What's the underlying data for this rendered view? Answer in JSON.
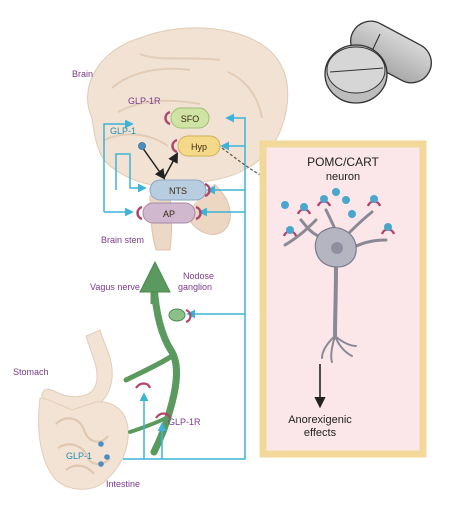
{
  "diagram": {
    "labels": {
      "brain": "Brain",
      "glp1r_top": "GLP-1R",
      "glp1_top": "GLP-1",
      "brain_stem": "Brain stem",
      "vagus_nerve": "Vagus nerve",
      "nodose_line1": "Nodose",
      "nodose_line2": "ganglion",
      "stomach": "Stomach",
      "glp1r_bottom": "GLP-1R",
      "glp1_bottom": "GLP-1",
      "intestine": "Intestine"
    },
    "nodes": {
      "sfo": "SFO",
      "hyp": "Hyp",
      "nts": "NTS",
      "ap": "AP"
    },
    "panel": {
      "title_line1": "POMC/CART",
      "title_line2": "neuron",
      "effect_line1": "Anorexigenic",
      "effect_line2": "effects"
    },
    "colors": {
      "pathway": "#3cb4d8",
      "receptor": "#b1446a",
      "nerve": "#5a9a5e",
      "panel_border": "#f2d99a",
      "panel_fill": "#fbe7e9",
      "sfo": "#cfe3a5",
      "hyp": "#f5d98a",
      "nts": "#b9cde0",
      "ap": "#d0b8cf"
    }
  }
}
